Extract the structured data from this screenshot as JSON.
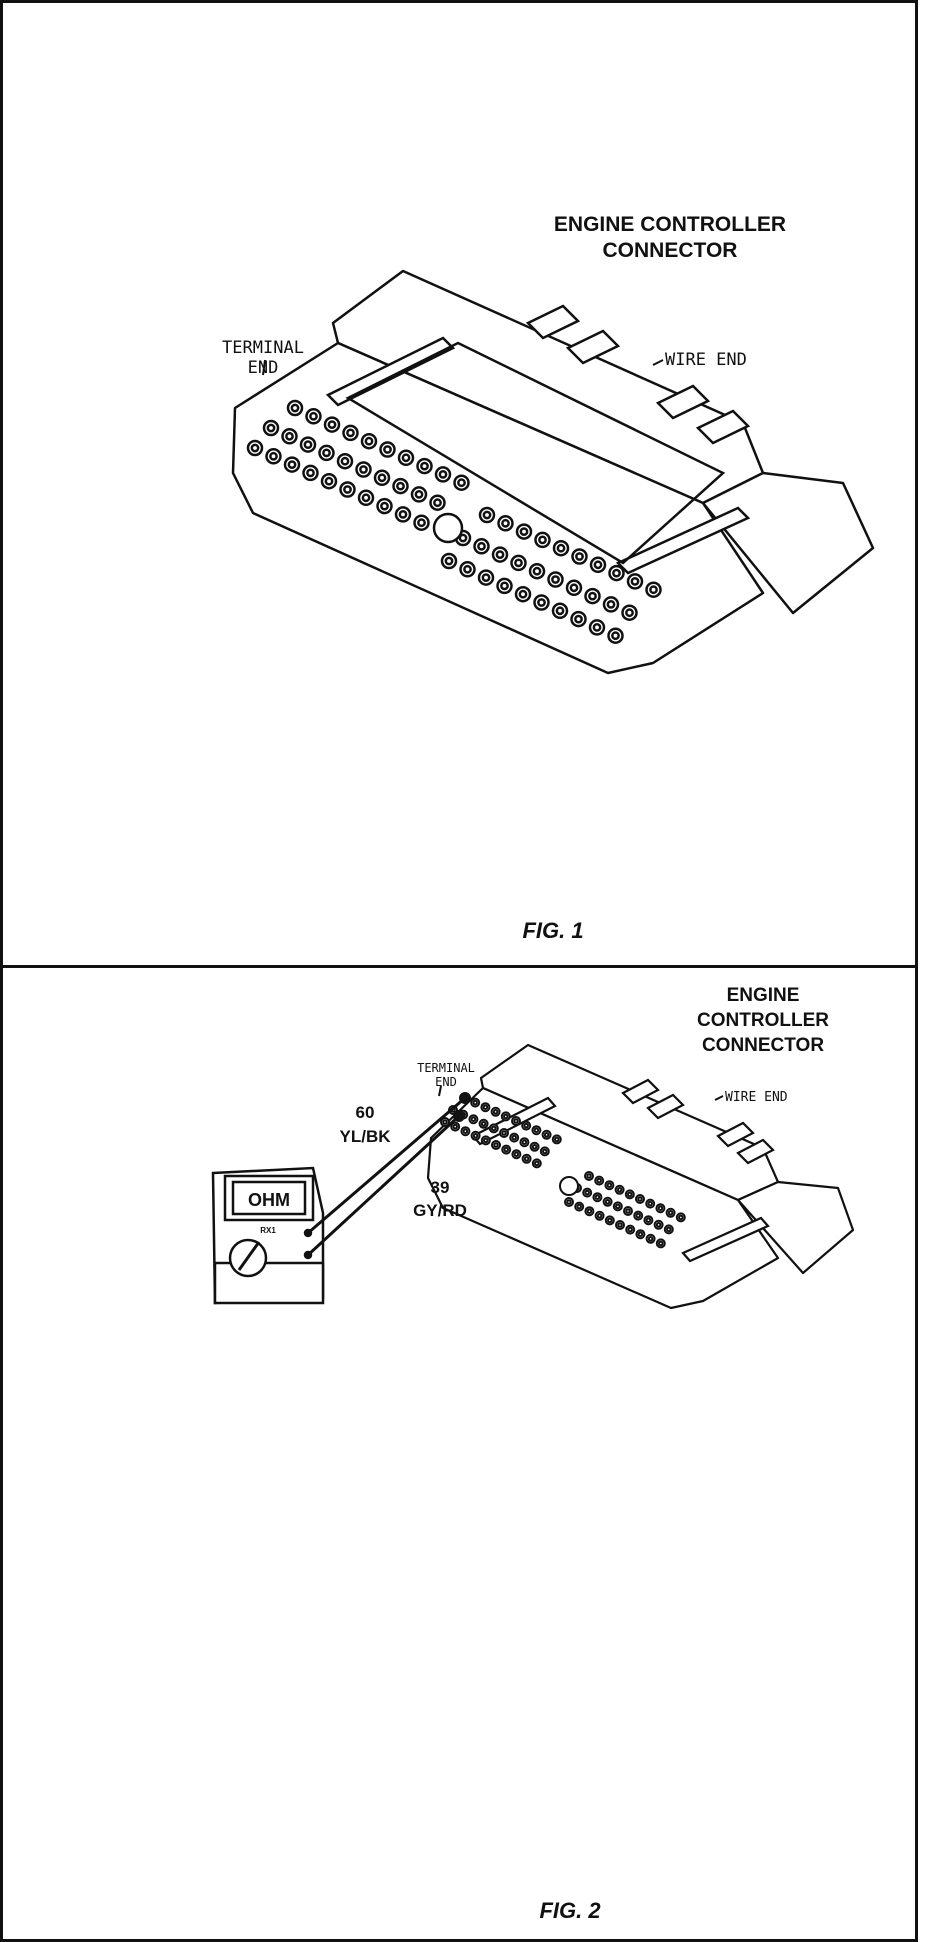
{
  "fig1": {
    "title_line1": "ENGINE CONTROLLER",
    "title_line2": "CONNECTOR",
    "terminal_line1": "TERMINAL",
    "terminal_line2": "END",
    "wire_end": "WIRE END",
    "caption": "FIG. 1"
  },
  "fig2": {
    "title_line1": "ENGINE",
    "title_line2": "CONTROLLER",
    "title_line3": "CONNECTOR",
    "terminal_line1": "TERMINAL",
    "terminal_line2": "END",
    "wire_end": "WIRE END",
    "wire1_number": "60",
    "wire1_color": "YL/BK",
    "wire2_number": "39",
    "wire2_color": "GY/RD",
    "meter_display": "OHM",
    "meter_range": "RX1",
    "caption": "FIG. 2"
  }
}
